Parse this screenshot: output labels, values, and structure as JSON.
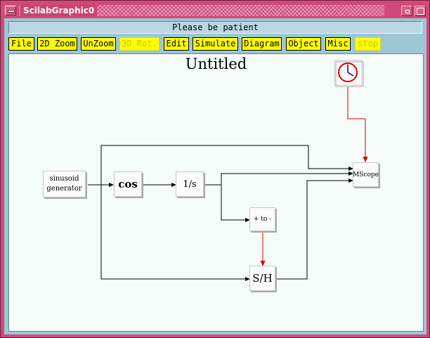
{
  "window": {
    "title": "ScilabGraphic0"
  },
  "status": {
    "text": "Please be patient"
  },
  "menu": [
    {
      "label": "File",
      "enabled": true
    },
    {
      "label": "2D Zoom",
      "enabled": true
    },
    {
      "label": "UnZoom",
      "enabled": true
    },
    {
      "label": "3D Rot.",
      "enabled": false
    },
    {
      "label": "Edit",
      "enabled": true
    },
    {
      "label": "Simulate",
      "enabled": true
    },
    {
      "label": "Diagram",
      "enabled": true
    },
    {
      "label": "Object",
      "enabled": true
    },
    {
      "label": "Misc",
      "enabled": true
    },
    {
      "label": "stop",
      "enabled": false
    }
  ],
  "diagram": {
    "title": "Untitled",
    "blocks": {
      "sinusoid_line1": "sinusoid",
      "sinusoid_line2": "generator",
      "cos": "cos",
      "integrator": "1/s",
      "sign_change": "+ to -",
      "sample_hold": "S/H",
      "scope": "MScope"
    },
    "colors": {
      "regular_link": "#000000",
      "event_link": "#dd0000",
      "clock": "#dd0000"
    }
  },
  "icons": {
    "clock": "clock-icon",
    "system_menu": "window-menu-icon",
    "minimize": "minimize-icon",
    "maximize": "maximize-icon"
  }
}
